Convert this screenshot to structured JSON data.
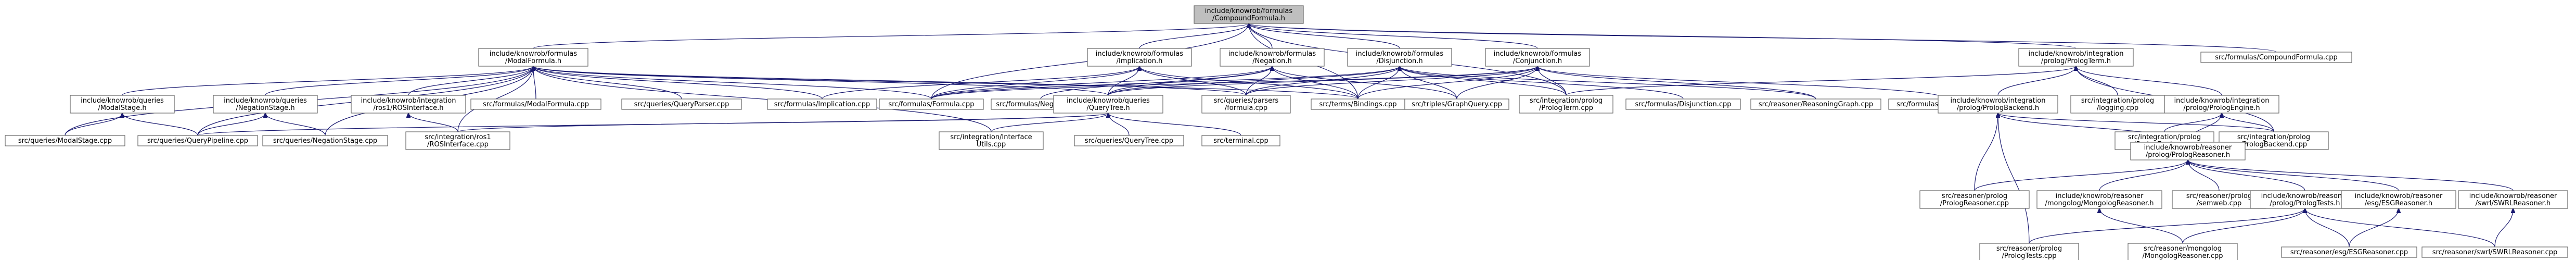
{
  "graph": {
    "nodes": [
      {
        "id": "root",
        "lines": [
          "include/knowrob/formulas",
          "/CompoundFormula.h"
        ],
        "root": true
      },
      {
        "id": "modal_h",
        "lines": [
          "include/knowrob/formulas",
          "/ModalFormula.h"
        ]
      },
      {
        "id": "impl_h",
        "lines": [
          "include/knowrob/formulas",
          "/Implication.h"
        ]
      },
      {
        "id": "neg_h",
        "lines": [
          "include/knowrob/formulas",
          "/Negation.h"
        ]
      },
      {
        "id": "disj_h",
        "lines": [
          "include/knowrob/formulas",
          "/Disjunction.h"
        ]
      },
      {
        "id": "conj_h",
        "lines": [
          "include/knowrob/formulas",
          "/Conjunction.h"
        ]
      },
      {
        "id": "prologterm_h",
        "lines": [
          "include/knowrob/integration",
          "/prolog/PrologTerm.h"
        ]
      },
      {
        "id": "compound_cpp",
        "lines": [
          "src/formulas/CompoundFormula.cpp"
        ]
      },
      {
        "id": "modalstage_h",
        "lines": [
          "include/knowrob/queries",
          "/ModalStage.h"
        ]
      },
      {
        "id": "negstage_h",
        "lines": [
          "include/knowrob/queries",
          "/NegationStage.h"
        ]
      },
      {
        "id": "rosif_h",
        "lines": [
          "include/knowrob/integration",
          "/ros1/ROSInterface.h"
        ]
      },
      {
        "id": "modal_cpp",
        "lines": [
          "src/formulas/ModalFormula.cpp"
        ]
      },
      {
        "id": "qparser_cpp",
        "lines": [
          "src/queries/QueryParser.cpp"
        ]
      },
      {
        "id": "impl_cpp",
        "lines": [
          "src/formulas/Implication.cpp"
        ]
      },
      {
        "id": "formula_cpp",
        "lines": [
          "src/formulas/Formula.cpp"
        ]
      },
      {
        "id": "neg_cpp",
        "lines": [
          "src/formulas/Negation.cpp"
        ]
      },
      {
        "id": "querytree_h",
        "lines": [
          "include/knowrob/queries",
          "/QueryTree.h"
        ]
      },
      {
        "id": "parsers_formula_cpp",
        "lines": [
          "src/queries/parsers",
          "/formula.cpp"
        ]
      },
      {
        "id": "bindings_cpp",
        "lines": [
          "src/terms/Bindings.cpp"
        ]
      },
      {
        "id": "graphquery_cpp",
        "lines": [
          "src/triples/GraphQuery.cpp"
        ]
      },
      {
        "id": "prologterm_cpp",
        "lines": [
          "src/integration/prolog",
          "/PrologTerm.cpp"
        ]
      },
      {
        "id": "disj_cpp",
        "lines": [
          "src/formulas/Disjunction.cpp"
        ]
      },
      {
        "id": "reasoninggraph_cpp",
        "lines": [
          "src/reasoner/ReasoningGraph.cpp"
        ]
      },
      {
        "id": "conj_cpp",
        "lines": [
          "src/formulas/Conjunction.cpp"
        ]
      },
      {
        "id": "prologbackend_h",
        "lines": [
          "include/knowrob/integration",
          "/prolog/PrologBackend.h"
        ]
      },
      {
        "id": "logging_cpp",
        "lines": [
          "src/integration/prolog",
          "/logging.cpp"
        ]
      },
      {
        "id": "prologengine_h",
        "lines": [
          "include/knowrob/integration",
          "/prolog/PrologEngine.h"
        ]
      },
      {
        "id": "modalstage_cpp",
        "lines": [
          "src/queries/ModalStage.cpp"
        ]
      },
      {
        "id": "pipeline_cpp",
        "lines": [
          "src/queries/QueryPipeline.cpp"
        ]
      },
      {
        "id": "negstage_cpp",
        "lines": [
          "src/queries/NegationStage.cpp"
        ]
      },
      {
        "id": "rosif_cpp",
        "lines": [
          "src/integration/ros1",
          "/ROSInterface.cpp"
        ]
      },
      {
        "id": "ifutils_cpp",
        "lines": [
          "src/integration/InterfaceUtils.cpp"
        ],
        "wrap": [
          "src/integration/Interface",
          "Utils.cpp"
        ]
      },
      {
        "id": "querytree_cpp",
        "lines": [
          "src/queries/QueryTree.cpp"
        ]
      },
      {
        "id": "terminal_cpp",
        "lines": [
          "src/terminal.cpp"
        ]
      },
      {
        "id": "prologengine_cpp",
        "lines": [
          "src/integration/prolog",
          "/PrologEngine.cpp"
        ]
      },
      {
        "id": "prologbackend_cpp",
        "lines": [
          "src/integration/prolog",
          "/PrologBackend.cpp"
        ]
      },
      {
        "id": "prologreasoner_h",
        "lines": [
          "include/knowrob/reasoner",
          "/prolog/PrologReasoner.h"
        ]
      },
      {
        "id": "prologreasoner_cpp",
        "lines": [
          "src/reasoner/prolog",
          "/PrologReasoner.cpp"
        ]
      },
      {
        "id": "mongolog_h",
        "lines": [
          "include/knowrob/reasoner",
          "/mongolog/MongologReasoner.h"
        ]
      },
      {
        "id": "semweb_cpp",
        "lines": [
          "src/reasoner/prolog",
          "/semweb.cpp"
        ]
      },
      {
        "id": "prologtests_h",
        "lines": [
          "include/knowrob/reasoner",
          "/prolog/PrologTests.h"
        ]
      },
      {
        "id": "esg_h",
        "lines": [
          "include/knowrob/reasoner",
          "/esg/ESGReasoner.h"
        ]
      },
      {
        "id": "swrl_h",
        "lines": [
          "include/knowrob/reasoner",
          "/swrl/SWRLReasoner.h"
        ]
      },
      {
        "id": "prologtests_cpp",
        "lines": [
          "src/reasoner/prolog",
          "/PrologTests.cpp"
        ]
      },
      {
        "id": "mongolog_cpp",
        "lines": [
          "src/reasoner/mongolog",
          "/MongologReasoner.cpp"
        ]
      },
      {
        "id": "esg_cpp",
        "lines": [
          "src/reasoner/esg/ESGReasoner.cpp"
        ]
      },
      {
        "id": "swrl_cpp",
        "lines": [
          "src/reasoner/swrl/SWRLReasoner.cpp"
        ]
      }
    ],
    "edges": [
      [
        "modal_h",
        "root"
      ],
      [
        "impl_h",
        "root"
      ],
      [
        "neg_h",
        "root"
      ],
      [
        "disj_h",
        "root"
      ],
      [
        "conj_h",
        "root"
      ],
      [
        "prologterm_h",
        "root"
      ],
      [
        "compound_cpp",
        "root"
      ],
      [
        "formula_cpp",
        "root"
      ],
      [
        "bindings_cpp",
        "root"
      ],
      [
        "prologterm_cpp",
        "root"
      ],
      [
        "modalstage_h",
        "modal_h"
      ],
      [
        "negstage_h",
        "modal_h"
      ],
      [
        "rosif_h",
        "modal_h"
      ],
      [
        "modal_cpp",
        "modal_h"
      ],
      [
        "qparser_cpp",
        "modal_h"
      ],
      [
        "impl_cpp",
        "modal_h"
      ],
      [
        "formula_cpp",
        "modal_h"
      ],
      [
        "querytree_h",
        "modal_h"
      ],
      [
        "parsers_formula_cpp",
        "modal_h"
      ],
      [
        "bindings_cpp",
        "modal_h"
      ],
      [
        "modalstage_cpp",
        "modal_h"
      ],
      [
        "pipeline_cpp",
        "modal_h"
      ],
      [
        "negstage_cpp",
        "modal_h"
      ],
      [
        "rosif_cpp",
        "modal_h"
      ],
      [
        "ifutils_cpp",
        "modal_h"
      ],
      [
        "impl_cpp",
        "impl_h"
      ],
      [
        "formula_cpp",
        "impl_h"
      ],
      [
        "parsers_formula_cpp",
        "impl_h"
      ],
      [
        "querytree_h",
        "impl_h"
      ],
      [
        "bindings_cpp",
        "impl_h"
      ],
      [
        "neg_cpp",
        "neg_h"
      ],
      [
        "formula_cpp",
        "neg_h"
      ],
      [
        "querytree_h",
        "neg_h"
      ],
      [
        "parsers_formula_cpp",
        "neg_h"
      ],
      [
        "bindings_cpp",
        "neg_h"
      ],
      [
        "graphquery_cpp",
        "neg_h"
      ],
      [
        "disj_cpp",
        "disj_h"
      ],
      [
        "formula_cpp",
        "disj_h"
      ],
      [
        "querytree_h",
        "disj_h"
      ],
      [
        "parsers_formula_cpp",
        "disj_h"
      ],
      [
        "bindings_cpp",
        "disj_h"
      ],
      [
        "graphquery_cpp",
        "disj_h"
      ],
      [
        "prologterm_cpp",
        "disj_h"
      ],
      [
        "reasoninggraph_cpp",
        "disj_h"
      ],
      [
        "conj_cpp",
        "conj_h"
      ],
      [
        "formula_cpp",
        "conj_h"
      ],
      [
        "querytree_h",
        "conj_h"
      ],
      [
        "parsers_formula_cpp",
        "conj_h"
      ],
      [
        "bindings_cpp",
        "conj_h"
      ],
      [
        "graphquery_cpp",
        "conj_h"
      ],
      [
        "prologterm_cpp",
        "conj_h"
      ],
      [
        "reasoninggraph_cpp",
        "conj_h"
      ],
      [
        "prologbackend_h",
        "prologterm_h"
      ],
      [
        "logging_cpp",
        "prologterm_h"
      ],
      [
        "prologengine_h",
        "prologterm_h"
      ],
      [
        "prologterm_cpp",
        "prologterm_h"
      ],
      [
        "prologbackend_cpp",
        "prologterm_h"
      ],
      [
        "modalstage_cpp",
        "modalstage_h"
      ],
      [
        "pipeline_cpp",
        "modalstage_h"
      ],
      [
        "pipeline_cpp",
        "negstage_h"
      ],
      [
        "negstage_cpp",
        "negstage_h"
      ],
      [
        "rosif_cpp",
        "rosif_h"
      ],
      [
        "pipeline_cpp",
        "querytree_h"
      ],
      [
        "ifutils_cpp",
        "querytree_h"
      ],
      [
        "querytree_cpp",
        "querytree_h"
      ],
      [
        "terminal_cpp",
        "querytree_h"
      ],
      [
        "rosif_cpp",
        "querytree_h"
      ],
      [
        "prologreasoner_h",
        "prologbackend_h"
      ],
      [
        "prologbackend_cpp",
        "prologbackend_h"
      ],
      [
        "prologtests_cpp",
        "prologbackend_h"
      ],
      [
        "prologreasoner_cpp",
        "prologbackend_h"
      ],
      [
        "prologreasoner_h",
        "prologengine_h"
      ],
      [
        "prologengine_cpp",
        "prologengine_h"
      ],
      [
        "prologbackend_cpp",
        "prologengine_h"
      ],
      [
        "prologreasoner_cpp",
        "prologreasoner_h"
      ],
      [
        "mongolog_h",
        "prologreasoner_h"
      ],
      [
        "semweb_cpp",
        "prologreasoner_h"
      ],
      [
        "prologtests_h",
        "prologreasoner_h"
      ],
      [
        "esg_h",
        "prologreasoner_h"
      ],
      [
        "swrl_h",
        "prologreasoner_h"
      ],
      [
        "prologbackend_cpp",
        "prologreasoner_h"
      ],
      [
        "mongolog_cpp",
        "mongolog_h"
      ],
      [
        "prologtests_cpp",
        "prologtests_h"
      ],
      [
        "mongolog_cpp",
        "prologtests_h"
      ],
      [
        "esg_cpp",
        "prologtests_h"
      ],
      [
        "swrl_cpp",
        "prologtests_h"
      ],
      [
        "esg_cpp",
        "esg_h"
      ],
      [
        "swrl_cpp",
        "swrl_h"
      ]
    ]
  }
}
